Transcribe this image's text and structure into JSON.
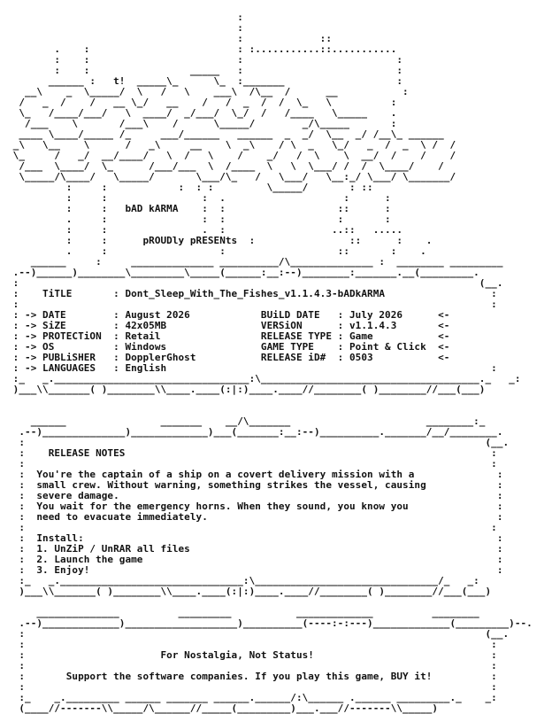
{
  "lines": [
    "                                       :",
    "                                       :",
    "                                       :             ::",
    "        .    :                         : :...........::...........",
    "        :    :                         :                          :",
    "        :    :                 _____   :                          :",
    "       ______ :   t!  _____\\_      \\_  :_______                   :",
    "   __\\    _  \\_____/  \\   /   \\    ___\\  /\\__  /      __           :",
    "  /   _  /    /   __ \\_/   __    /   /  _  /  /  \\_   \\          :",
    "  \\_   /____/___/   \\  ____/  _/___/  \\_/  /   /____   \\_____    .",
    "   /___    \\       /___\\    /      \\_____/        _/\\_____       :",
    "  ____ \\____/_____ /_     ___/______   ______  _  _/  \\__  _/ /__\\_ ______",
    " _\\   \\__    \\      /   _\\     __    \\  _\\    / \\  _   \\_/   _  /  _  \\ /  /",
    " \\_     /   _/  __/____/   \\  /   \\    /    _/   /  \\    \\  __/  /    /    /",
    "  /___  \\____/  \\_      /___/___  \\  /____  \\   \\  \\___/ /  /  \\____/    /",
    "  \\_____/\\____/   \\_____/       \\___/\\_   /   \\___/   \\__:_/ \\___/ \\_______/",
    "          :     :            :  : :         \\_____/       : ::",
    "          :     :                :  .                    :      :",
    "          :     :   bAD kARMA    :  :                   ::      :",
    "          .     :                :  :                   :       :",
    "          :     :                .  :                  ..::   .....",
    "          :     :      pROUDly pRESENts  :                ::      :    .",
    "          .     :                   :                   ::       :    .",
    "    ______     :     ______________ __________/\\______________ :  ________ _________",
    " .--)______)________\\_________\\_____(______:__:--)________:_______.__(_________.",
    " :                                                                              (__.",
    " :    TiTLE       : Dont_Sleep_With_The_Fishes_v1.1.4.3-bADkARMA                  :",
    " :                                                                                :",
    " : -> DATE        : August 2026            BUiLD DATE   : July 2026      <-",
    " : -> SiZE        : 42x05MB                VERSiON      : v1.1.4.3       <-",
    " : -> PROTECTiON  : Retail                 RELEASE TYPE : Game           <-",
    " : -> OS          : Windows                GAME TYPE    : Point & Click  <-",
    " : -> PUBLiSHER   : DopplerGhost           RELEASE iD#  : 0503           <-",
    " : -> LANGUAGES   : English                                                       :",
    " :_   _._________________________________:\\_____________________________________._   _:",
    " )___\\\\_______( )________\\\\____.____(:|:)____.____//________( )________//___(___)",
    "",
    "",
    "    ______                _______    __/\\_______                       ________:_",
    "  .--)______________)_____________)___(_______:__:--)__________._______/__/________.",
    "  :                                                                              (__.",
    "  :    RELEASE NOTES                                                              :",
    "  :                                                                               :",
    "  :  You're the captain of a ship on a covert delivery mission with a              :",
    "  :  small crew. Without warning, something strikes the vessel, causing            :",
    "  :  severe damage.                                                                :",
    "  :  You wait for the emergency horns. When they sound, you know you               :",
    "  :  need to evacuate immediately.                                                 :",
    "  :                                                                               :",
    "  :  Install:                                                                      :",
    "  :  1. UnZiP / UnRAR all files                                                    :",
    "  :  2. Launch the game                                                            :",
    "  :  3. Enjoy!                                                                     :",
    "  :_   _._______________________________:\\_______________________________/_   _:",
    "  )___\\\\_______( )________\\\\____.____(:|:)____.____//________( )________//___(___)",
    "",
    "     ______________          _________           _____________          ________",
    "  .--)_____________)___________________)__________(----:-:---)_____________(_________)--.",
    "  :                                                                              (__.",
    "  :                                                                               :",
    "  :                       For Nostalgia, Not Status!                              :",
    "  :                                                                               :",
    "  :       Support the software companies. If you play this game, BUY it!          :",
    "  :                                                                               :",
    "  :_    _._________ ______ _______ ______.______/:\\______ .______ _________._    _:",
    "  (____//-------\\\\_____/\\______//_____(_________)___.___//-------\\\\_____)"
  ]
}
